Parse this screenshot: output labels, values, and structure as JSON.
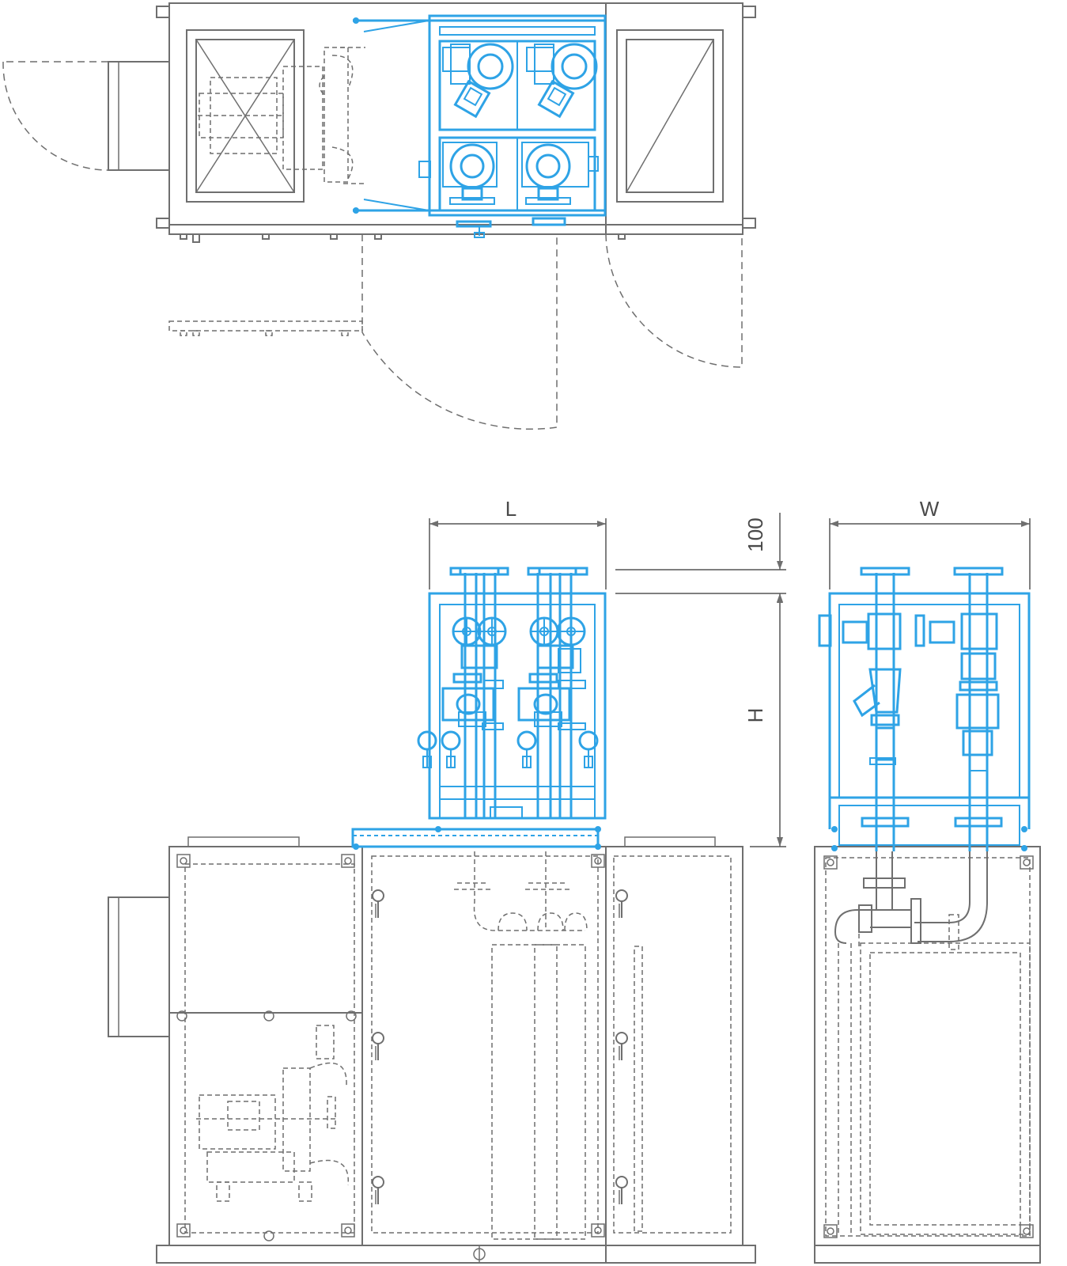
{
  "dimensions": {
    "length_label": "L",
    "width_label": "W",
    "height_label": "H",
    "clearance_label": "100"
  },
  "colors": {
    "housing": "#6f6f6f",
    "pump_module": "#2ea3e6",
    "dimension": "#555555",
    "background": "#ffffff"
  },
  "views": [
    "top-view",
    "front-view",
    "side-view"
  ]
}
